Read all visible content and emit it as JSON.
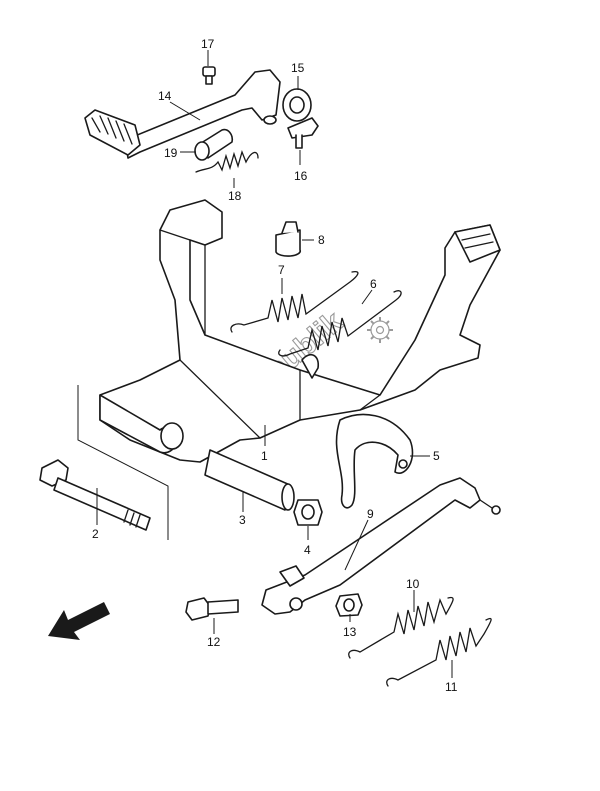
{
  "watermark": "PartsRepublik",
  "callouts": [
    {
      "id": "p1",
      "number": "1"
    },
    {
      "id": "p2",
      "number": "2"
    },
    {
      "id": "p3",
      "number": "3"
    },
    {
      "id": "p4",
      "number": "4"
    },
    {
      "id": "p5",
      "number": "5"
    },
    {
      "id": "p6",
      "number": "6"
    },
    {
      "id": "p7",
      "number": "7"
    },
    {
      "id": "p8",
      "number": "8"
    },
    {
      "id": "p9",
      "number": "9"
    },
    {
      "id": "p10",
      "number": "10"
    },
    {
      "id": "p11",
      "number": "11"
    },
    {
      "id": "p12",
      "number": "12"
    },
    {
      "id": "p13",
      "number": "13"
    },
    {
      "id": "p14",
      "number": "14"
    },
    {
      "id": "p15",
      "number": "15"
    },
    {
      "id": "p16",
      "number": "16"
    },
    {
      "id": "p17",
      "number": "17"
    },
    {
      "id": "p18",
      "number": "18"
    },
    {
      "id": "p19",
      "number": "19"
    }
  ],
  "orientation_arrow": "front-direction-arrow"
}
